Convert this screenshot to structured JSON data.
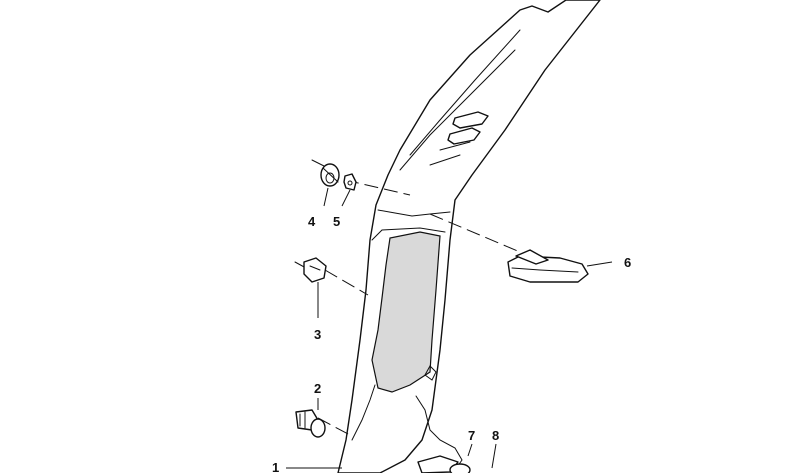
{
  "callouts": {
    "c1": "1",
    "c2": "2",
    "c3": "3",
    "c4": "4",
    "c5": "5",
    "c6": "6",
    "c7": "7",
    "c8": "8"
  },
  "colors": {
    "line": "#111111",
    "background": "#ffffff",
    "shading": "#d9d9d9"
  }
}
